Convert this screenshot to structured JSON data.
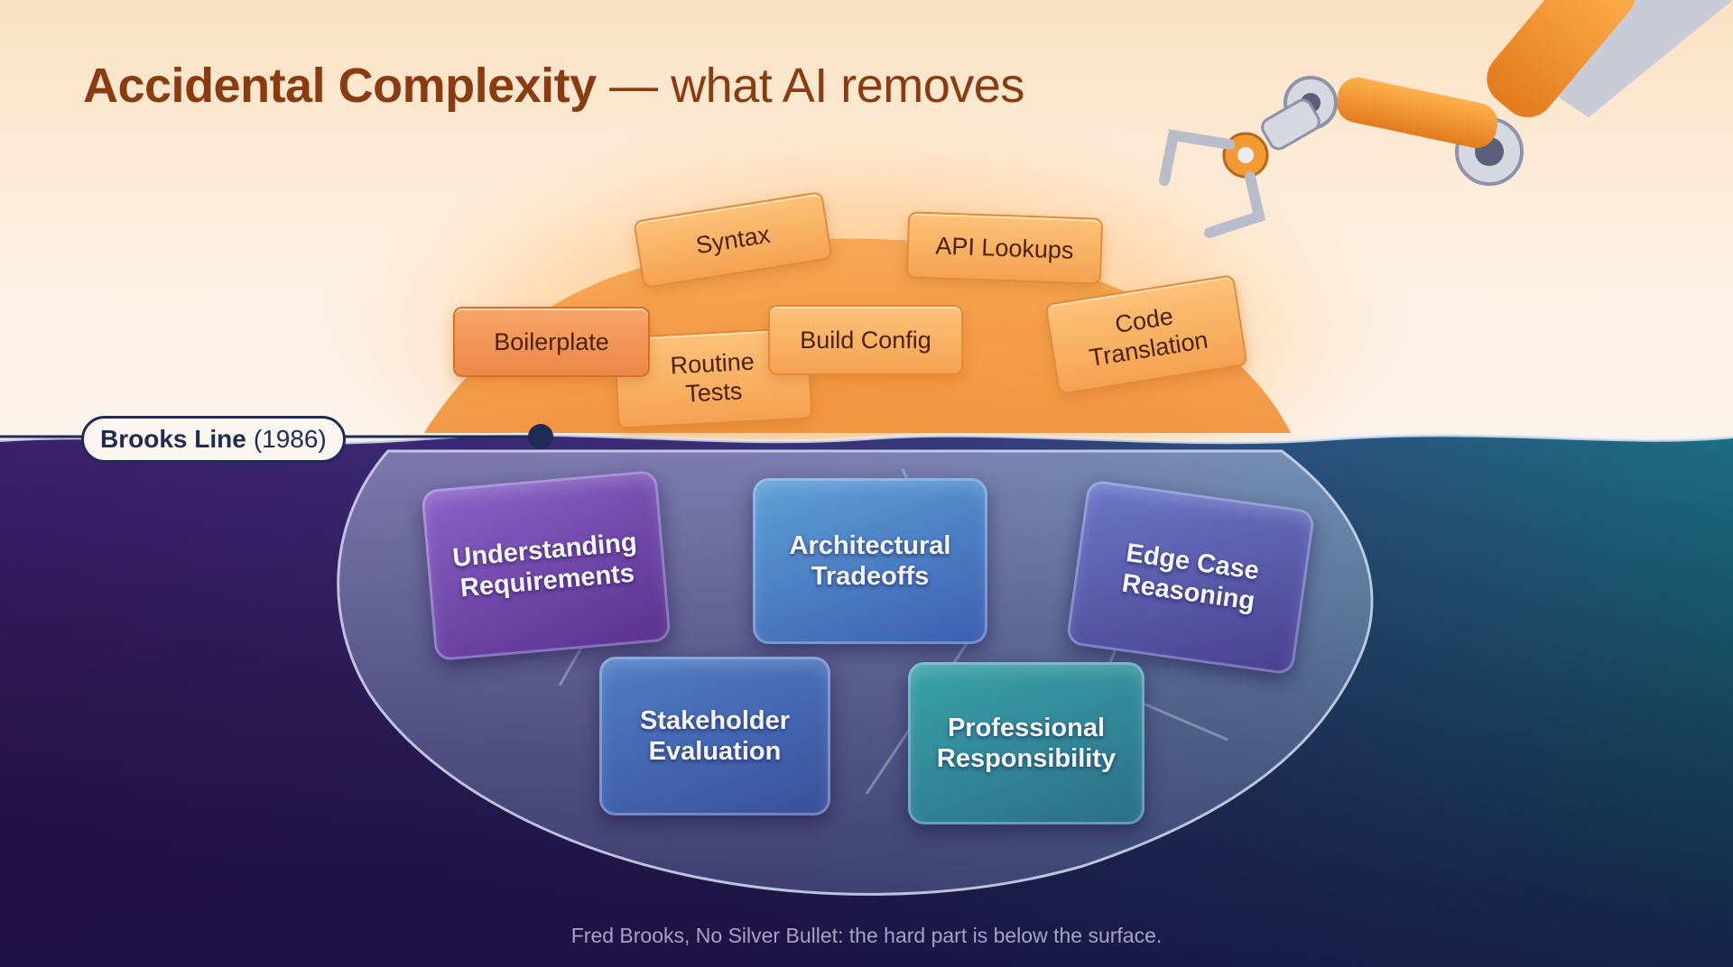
{
  "title": {
    "bold": "Accidental Complexity",
    "rest": " — what AI removes"
  },
  "brooks_line": {
    "label": "Brooks Line",
    "year": "(1986)"
  },
  "above_surface": [
    {
      "id": "syntax",
      "label": "Syntax"
    },
    {
      "id": "api-lookups",
      "label": "API Lookups"
    },
    {
      "id": "boilerplate",
      "label": "Boilerplate"
    },
    {
      "id": "routine-tests",
      "label": "Routine\nTests"
    },
    {
      "id": "build-config",
      "label": "Build Config"
    },
    {
      "id": "code-translation",
      "label": "Code\nTranslation"
    }
  ],
  "below_surface": [
    {
      "id": "understanding-requirements",
      "label": "Understanding\nRequirements"
    },
    {
      "id": "architectural-tradeoffs",
      "label": "Architectural\nTradeoffs"
    },
    {
      "id": "edge-case-reasoning",
      "label": "Edge Case\nReasoning"
    },
    {
      "id": "stakeholder-evaluation",
      "label": "Stakeholder\nEvaluation"
    },
    {
      "id": "professional-responsibility",
      "label": "Professional\nResponsibility"
    }
  ],
  "caption": "Fred Brooks, No Silver Bullet: the hard part is below the surface.",
  "colors": {
    "sky_top": "#fbe3c8",
    "water_left": "#3b1f6a",
    "water_right": "#1f7a8a",
    "title": "#8a3c10",
    "card_fill": "#f8b064",
    "robot_arm": "#f0902e"
  },
  "icons": [
    "robot-arm-icon",
    "iceberg-icon"
  ]
}
